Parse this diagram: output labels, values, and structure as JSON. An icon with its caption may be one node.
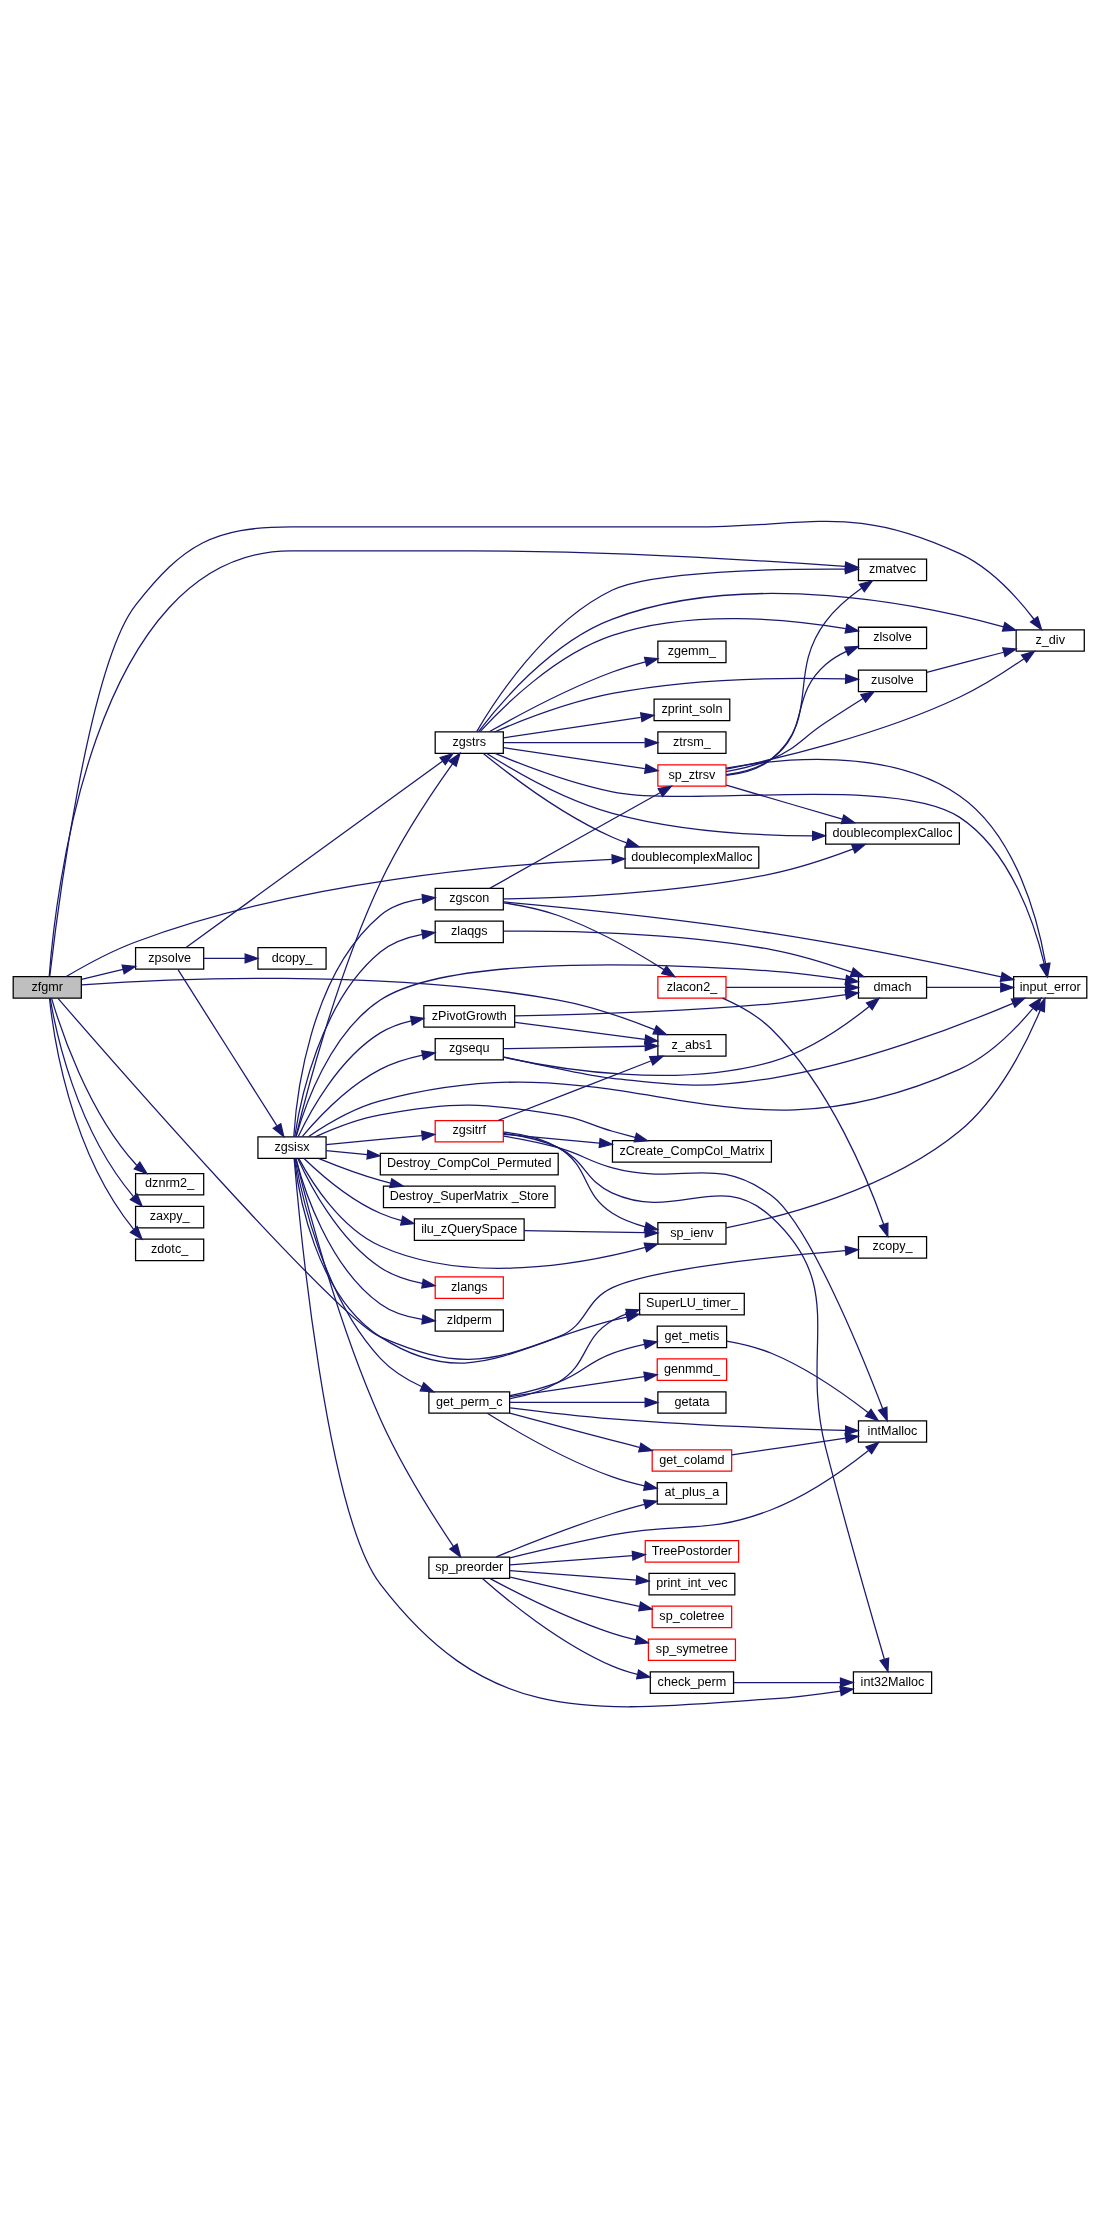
{
  "diagram": {
    "nodes": [
      {
        "text": [
          "zfgmr"
        ]
      },
      {
        "text": [
          "zpsolve"
        ]
      },
      {
        "text": [
          "zgsisx"
        ]
      },
      {
        "text": [
          "dcopy_"
        ]
      },
      {
        "text": [
          "get_perm_c"
        ]
      },
      {
        "text": [
          "sp_preorder"
        ]
      },
      {
        "text": [
          "Destroy_CompCol_Permuted"
        ]
      },
      {
        "text": [
          "Destroy_SuperMatrix _Store"
        ]
      },
      {
        "text": [
          "zlaqgs"
        ]
      },
      {
        "text": [
          "zPivotGrowth"
        ]
      },
      {
        "text": [
          "zgsitrf"
        ]
      },
      {
        "text": [
          "zgsequ"
        ]
      },
      {
        "text": [
          "zlangs"
        ]
      },
      {
        "text": [
          "zldperm"
        ]
      },
      {
        "text": [
          "ilu_zQuerySpace"
        ]
      },
      {
        "text": [
          "zgscon"
        ]
      },
      {
        "text": [
          "zgstrs"
        ]
      },
      {
        "text": [
          "SuperLU_timer_"
        ]
      },
      {
        "text": [
          "genmmd_"
        ]
      },
      {
        "text": [
          "getata"
        ]
      },
      {
        "text": [
          "get_colamd"
        ]
      },
      {
        "text": [
          "get_metis"
        ]
      },
      {
        "text": [
          "at_plus_a"
        ]
      },
      {
        "text": [
          "intMalloc"
        ]
      },
      {
        "text": [
          "sp_symetree"
        ]
      },
      {
        "text": [
          "TreePostorder"
        ]
      },
      {
        "text": [
          "print_int_vec"
        ]
      },
      {
        "text": [
          "sp_coletree"
        ]
      },
      {
        "text": [
          "check_perm"
        ]
      },
      {
        "text": [
          "int32Malloc"
        ]
      },
      {
        "text": [
          "dmach"
        ]
      },
      {
        "text": [
          "z_abs1"
        ]
      },
      {
        "text": [
          "zCreate_CompCol_Matrix"
        ]
      },
      {
        "text": [
          "sp_ienv"
        ]
      },
      {
        "text": [
          "input_error"
        ]
      },
      {
        "text": [
          "zcopy_"
        ]
      },
      {
        "text": [
          "zlacon2_"
        ]
      },
      {
        "text": [
          "doublecomplexMalloc"
        ]
      },
      {
        "text": [
          "doublecomplexCalloc"
        ]
      },
      {
        "text": [
          "sp_ztrsv"
        ]
      },
      {
        "text": [
          "zgemm_"
        ]
      },
      {
        "text": [
          "zprint_soln"
        ]
      },
      {
        "text": [
          "zlsolve"
        ]
      },
      {
        "text": [
          "ztrsm_"
        ]
      },
      {
        "text": [
          "zusolve"
        ]
      },
      {
        "text": [
          "zmatvec"
        ]
      },
      {
        "text": [
          "z_div"
        ]
      },
      {
        "text": [
          "dznrm2_"
        ]
      },
      {
        "text": [
          "zaxpy_"
        ]
      },
      {
        "text": [
          "zdotc_"
        ]
      }
    ],
    "edges": [
      {
        "from": 0,
        "to": 1,
        "arrow": "to"
      },
      {
        "from": 0,
        "to": 31,
        "arrow": "to"
      },
      {
        "from": 0,
        "to": 35,
        "arrow": "to"
      },
      {
        "from": 0,
        "to": 37,
        "arrow": "to"
      },
      {
        "from": 0,
        "to": 45,
        "arrow": "to"
      },
      {
        "from": 0,
        "to": 46,
        "arrow": "to"
      },
      {
        "from": 0,
        "to": 47,
        "arrow": "to"
      },
      {
        "from": 0,
        "to": 48,
        "arrow": "to"
      },
      {
        "from": 0,
        "to": 49,
        "arrow": "to"
      },
      {
        "from": 1,
        "to": 2,
        "arrow": "to"
      },
      {
        "from": 1,
        "to": 3,
        "arrow": "to"
      },
      {
        "from": 1,
        "to": 16,
        "arrow": "to"
      },
      {
        "from": 2,
        "to": 17,
        "arrow": "to"
      },
      {
        "from": 2,
        "to": 4,
        "arrow": "to"
      },
      {
        "from": 2,
        "to": 5,
        "arrow": "to"
      },
      {
        "from": 2,
        "to": 6,
        "arrow": "to"
      },
      {
        "from": 2,
        "to": 7,
        "arrow": "to"
      },
      {
        "from": 2,
        "to": 29,
        "arrow": "to"
      },
      {
        "from": 2,
        "to": 8,
        "arrow": "to"
      },
      {
        "from": 2,
        "to": 30,
        "arrow": "to"
      },
      {
        "from": 2,
        "to": 9,
        "arrow": "to"
      },
      {
        "from": 2,
        "to": 10,
        "arrow": "to"
      },
      {
        "from": 2,
        "to": 11,
        "arrow": "to"
      },
      {
        "from": 2,
        "to": 12,
        "arrow": "to"
      },
      {
        "from": 2,
        "to": 13,
        "arrow": "to"
      },
      {
        "from": 2,
        "to": 32,
        "arrow": "to"
      },
      {
        "from": 2,
        "to": 33,
        "arrow": "to"
      },
      {
        "from": 2,
        "to": 14,
        "arrow": "to"
      },
      {
        "from": 2,
        "to": 34,
        "arrow": "to"
      },
      {
        "from": 2,
        "to": 15,
        "arrow": "to"
      },
      {
        "from": 2,
        "to": 16,
        "arrow": "to"
      },
      {
        "from": 4,
        "to": 17,
        "arrow": "to"
      },
      {
        "from": 4,
        "to": 18,
        "arrow": "to"
      },
      {
        "from": 4,
        "to": 19,
        "arrow": "to"
      },
      {
        "from": 4,
        "to": 23,
        "arrow": "to"
      },
      {
        "from": 4,
        "to": 20,
        "arrow": "to"
      },
      {
        "from": 4,
        "to": 21,
        "arrow": "to"
      },
      {
        "from": 4,
        "to": 22,
        "arrow": "to"
      },
      {
        "from": 20,
        "to": 23,
        "arrow": "to"
      },
      {
        "from": 21,
        "to": 23,
        "arrow": "to"
      },
      {
        "from": 5,
        "to": 22,
        "arrow": "to"
      },
      {
        "from": 5,
        "to": 23,
        "arrow": "to"
      },
      {
        "from": 5,
        "to": 24,
        "arrow": "to"
      },
      {
        "from": 5,
        "to": 25,
        "arrow": "to"
      },
      {
        "from": 5,
        "to": 26,
        "arrow": "to"
      },
      {
        "from": 5,
        "to": 27,
        "arrow": "to"
      },
      {
        "from": 5,
        "to": 28,
        "arrow": "to"
      },
      {
        "from": 28,
        "to": 29,
        "arrow": "to"
      },
      {
        "from": 8,
        "to": 30,
        "arrow": "to"
      },
      {
        "from": 9,
        "to": 31,
        "arrow": "to"
      },
      {
        "from": 9,
        "to": 30,
        "arrow": "to"
      },
      {
        "from": 10,
        "to": 23,
        "arrow": "to"
      },
      {
        "from": 10,
        "to": 29,
        "arrow": "to"
      },
      {
        "from": 10,
        "to": 31,
        "arrow": "to"
      },
      {
        "from": 10,
        "to": 32,
        "arrow": "to"
      },
      {
        "from": 10,
        "to": 33,
        "arrow": "to"
      },
      {
        "from": 11,
        "to": 31,
        "arrow": "to"
      },
      {
        "from": 11,
        "to": 30,
        "arrow": "to"
      },
      {
        "from": 11,
        "to": 34,
        "arrow": "to"
      },
      {
        "from": 30,
        "to": 34,
        "arrow": "to"
      },
      {
        "from": 33,
        "to": 34,
        "arrow": "to"
      },
      {
        "from": 14,
        "to": 33,
        "arrow": "to"
      },
      {
        "from": 15,
        "to": 36,
        "arrow": "to"
      },
      {
        "from": 15,
        "to": 34,
        "arrow": "to"
      },
      {
        "from": 15,
        "to": 38,
        "arrow": "to"
      },
      {
        "from": 15,
        "to": 39,
        "arrow": "to"
      },
      {
        "from": 36,
        "to": 30,
        "arrow": "to"
      },
      {
        "from": 36,
        "to": 35,
        "arrow": "to"
      },
      {
        "from": 16,
        "to": 37,
        "arrow": "to"
      },
      {
        "from": 16,
        "to": 38,
        "arrow": "to"
      },
      {
        "from": 16,
        "to": 34,
        "arrow": "to"
      },
      {
        "from": 16,
        "to": 39,
        "arrow": "to"
      },
      {
        "from": 16,
        "to": 40,
        "arrow": "to"
      },
      {
        "from": 16,
        "to": 41,
        "arrow": "to"
      },
      {
        "from": 16,
        "to": 42,
        "arrow": "to"
      },
      {
        "from": 16,
        "to": 43,
        "arrow": "to"
      },
      {
        "from": 16,
        "to": 44,
        "arrow": "to"
      },
      {
        "from": 16,
        "to": 45,
        "arrow": "to"
      },
      {
        "from": 16,
        "to": 46,
        "arrow": "to"
      },
      {
        "from": 39,
        "to": 38,
        "arrow": "to"
      },
      {
        "from": 39,
        "to": 34,
        "arrow": "to"
      },
      {
        "from": 39,
        "to": 46,
        "arrow": "to"
      },
      {
        "from": 39,
        "to": 42,
        "arrow": "to"
      },
      {
        "from": 39,
        "to": 44,
        "arrow": "to"
      },
      {
        "from": 39,
        "to": 45,
        "arrow": "to"
      },
      {
        "from": 44,
        "to": 46,
        "arrow": "to"
      }
    ]
  }
}
